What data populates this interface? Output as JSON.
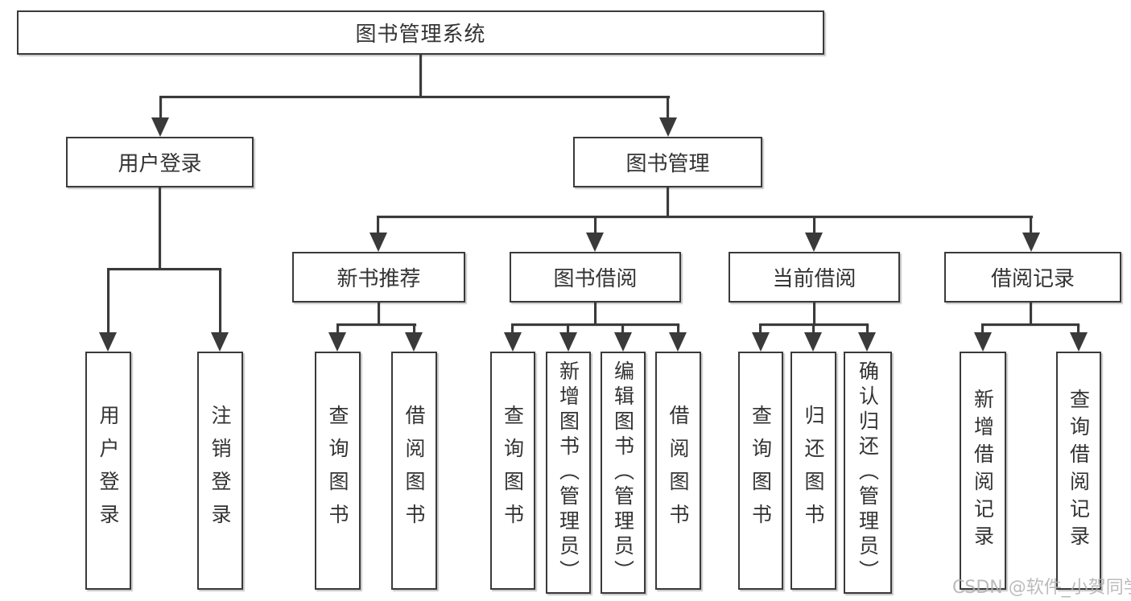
{
  "diagram": {
    "root": {
      "label": "图书管理系统",
      "children": [
        {
          "label": "用户登录",
          "children": [
            {
              "label": "用户登录"
            },
            {
              "label": "注销登录"
            }
          ]
        },
        {
          "label": "图书管理",
          "children": [
            {
              "label": "新书推荐",
              "children": [
                {
                  "label": "查询图书"
                },
                {
                  "label": "借阅图书"
                }
              ]
            },
            {
              "label": "图书借阅",
              "children": [
                {
                  "label": "查询图书"
                },
                {
                  "label": "新增图书（管理员）"
                },
                {
                  "label": "编辑图书（管理员）"
                },
                {
                  "label": "借阅图书"
                }
              ]
            },
            {
              "label": "当前借阅",
              "children": [
                {
                  "label": "查询图书"
                },
                {
                  "label": "归还图书"
                },
                {
                  "label": "确认归还（管理员）"
                }
              ]
            },
            {
              "label": "借阅记录",
              "children": [
                {
                  "label": "新增借阅记录"
                },
                {
                  "label": "查询借阅记录"
                }
              ]
            }
          ]
        }
      ]
    }
  },
  "watermark": {
    "text": "CSDN @软件_小贺同学"
  },
  "colors": {
    "line": "#3a3a3a",
    "text": "#333333",
    "background": "#ffffff",
    "watermark": "#b0b0b0"
  }
}
